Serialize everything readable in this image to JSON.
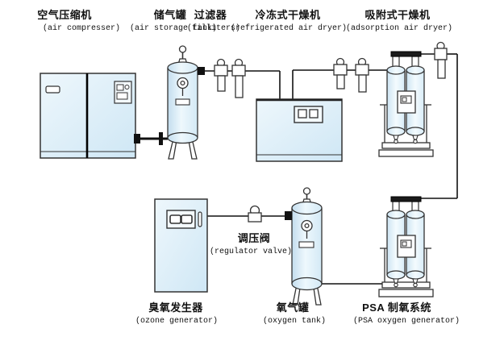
{
  "components": {
    "air_compressor": {
      "zh": "空气压缩机",
      "en": "(air compresser)"
    },
    "air_storage_tank": {
      "zh": "储气罐",
      "en": "(air storage tank)"
    },
    "filters": {
      "zh": "过滤器",
      "en": "(filliters)"
    },
    "refrigerated_air_dryer": {
      "zh": "冷冻式干燥机",
      "en": "(refrigerated air dryer)"
    },
    "adsorption_air_dryer": {
      "zh": "吸附式干燥机",
      "en": "(adsorption air dryer)"
    },
    "ozone_generator": {
      "zh": "臭氧发生器",
      "en": "(ozone generator)"
    },
    "regulator_valve": {
      "zh": "调压阀",
      "en": "(regulator valve)"
    },
    "oxygen_tank": {
      "zh": "氧气罐",
      "en": "(oxygen tank)"
    },
    "psa_oxygen_system": {
      "zh": "PSA 制氧系统",
      "en": "(PSA oxygen generator)"
    }
  },
  "colors": {
    "background": "#ffffff",
    "equipment_fill": "#d3e9f5",
    "equipment_highlight": "#eef8fd",
    "outline": "#333333",
    "pipe": "#111111",
    "manifold": "#1a1a1a",
    "text": "#111111"
  }
}
